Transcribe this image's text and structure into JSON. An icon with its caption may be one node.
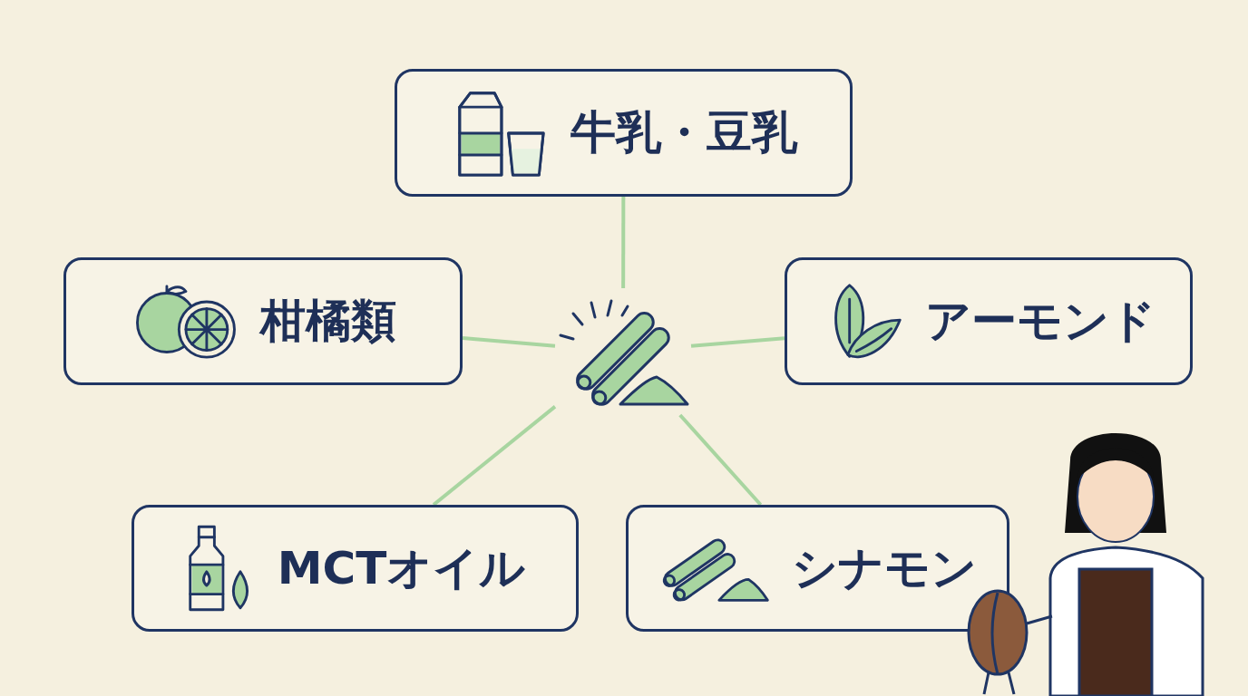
{
  "diagram": {
    "nodes": [
      {
        "text": [
          "牛乳・豆乳"
        ]
      },
      {
        "text": [
          "柑橘類"
        ]
      },
      {
        "text": [],
        "shape": "picture"
      },
      {
        "text": [
          "アーモンド"
        ]
      },
      {
        "text": [
          "MCTオイル"
        ]
      },
      {
        "text": [
          "シナモン"
        ]
      }
    ],
    "edges": [
      {
        "from": 2,
        "to": 0,
        "arrow": "none"
      },
      {
        "from": 2,
        "to": 1,
        "arrow": "none"
      },
      {
        "from": 2,
        "to": 3,
        "arrow": "none"
      },
      {
        "from": 2,
        "to": 4,
        "arrow": "none"
      },
      {
        "from": 2,
        "to": 5,
        "arrow": "none"
      }
    ]
  }
}
